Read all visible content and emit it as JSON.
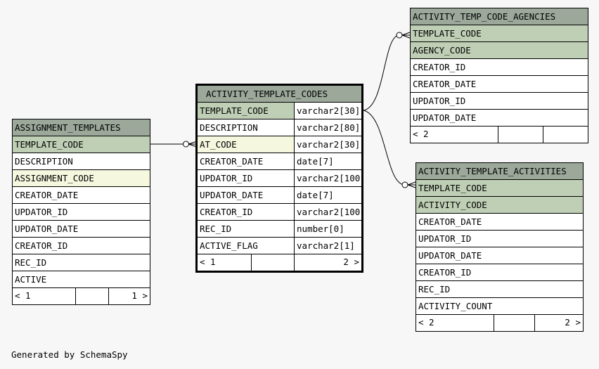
{
  "footer_text": "Generated by SchemaSpy",
  "tables": {
    "assignment_templates": {
      "name": "ASSIGNMENT_TEMPLATES",
      "columns": [
        {
          "name": "TEMPLATE_CODE",
          "key": "pk"
        },
        {
          "name": "DESCRIPTION",
          "key": ""
        },
        {
          "name": "ASSIGNMENT_CODE",
          "key": "fk"
        },
        {
          "name": "CREATOR_DATE",
          "key": ""
        },
        {
          "name": "UPDATOR_ID",
          "key": ""
        },
        {
          "name": "UPDATOR_DATE",
          "key": ""
        },
        {
          "name": "CREATOR_ID",
          "key": ""
        },
        {
          "name": "REC_ID",
          "key": ""
        },
        {
          "name": "ACTIVE",
          "key": ""
        }
      ],
      "footer": {
        "parents": "< 1",
        "children": "1 >"
      }
    },
    "activity_template_codes": {
      "name": "ACTIVITY_TEMPLATE_CODES",
      "columns": [
        {
          "name": "TEMPLATE_CODE",
          "type": "varchar2[30]",
          "key": "pk"
        },
        {
          "name": "DESCRIPTION",
          "type": "varchar2[80]",
          "key": ""
        },
        {
          "name": "AT_CODE",
          "type": "varchar2[30]",
          "key": "fk"
        },
        {
          "name": "CREATOR_DATE",
          "type": "date[7]",
          "key": ""
        },
        {
          "name": "UPDATOR_ID",
          "type": "varchar2[100]",
          "key": ""
        },
        {
          "name": "UPDATOR_DATE",
          "type": "date[7]",
          "key": ""
        },
        {
          "name": "CREATOR_ID",
          "type": "varchar2[100]",
          "key": ""
        },
        {
          "name": "REC_ID",
          "type": "number[0]",
          "key": ""
        },
        {
          "name": "ACTIVE_FLAG",
          "type": "varchar2[1]",
          "key": ""
        }
      ],
      "footer": {
        "parents": "< 1",
        "children": "2 >"
      }
    },
    "activity_temp_code_agencies": {
      "name": "ACTIVITY_TEMP_CODE_AGENCIES",
      "columns": [
        {
          "name": "TEMPLATE_CODE",
          "key": "pk"
        },
        {
          "name": "AGENCY_CODE",
          "key": "pk"
        },
        {
          "name": "CREATOR_ID",
          "key": ""
        },
        {
          "name": "CREATOR_DATE",
          "key": ""
        },
        {
          "name": "UPDATOR_ID",
          "key": ""
        },
        {
          "name": "UPDATOR_DATE",
          "key": ""
        }
      ],
      "footer": {
        "parents": "< 2",
        "children": ""
      }
    },
    "activity_template_activities": {
      "name": "ACTIVITY_TEMPLATE_ACTIVITIES",
      "columns": [
        {
          "name": "TEMPLATE_CODE",
          "key": "pk"
        },
        {
          "name": "ACTIVITY_CODE",
          "key": "pk"
        },
        {
          "name": "CREATOR_DATE",
          "key": ""
        },
        {
          "name": "UPDATOR_ID",
          "key": ""
        },
        {
          "name": "UPDATOR_DATE",
          "key": ""
        },
        {
          "name": "CREATOR_ID",
          "key": ""
        },
        {
          "name": "REC_ID",
          "key": ""
        },
        {
          "name": "ACTIVITY_COUNT",
          "key": ""
        }
      ],
      "footer": {
        "parents": "< 2",
        "children": "2 >"
      }
    }
  },
  "relationships": [
    {
      "from": "assignment_templates.TEMPLATE_CODE",
      "to": "activity_template_codes.AT_CODE"
    },
    {
      "from": "activity_template_codes.TEMPLATE_CODE",
      "to": "activity_temp_code_agencies.TEMPLATE_CODE"
    },
    {
      "from": "activity_template_codes.TEMPLATE_CODE",
      "to": "activity_template_activities.TEMPLATE_CODE"
    }
  ]
}
